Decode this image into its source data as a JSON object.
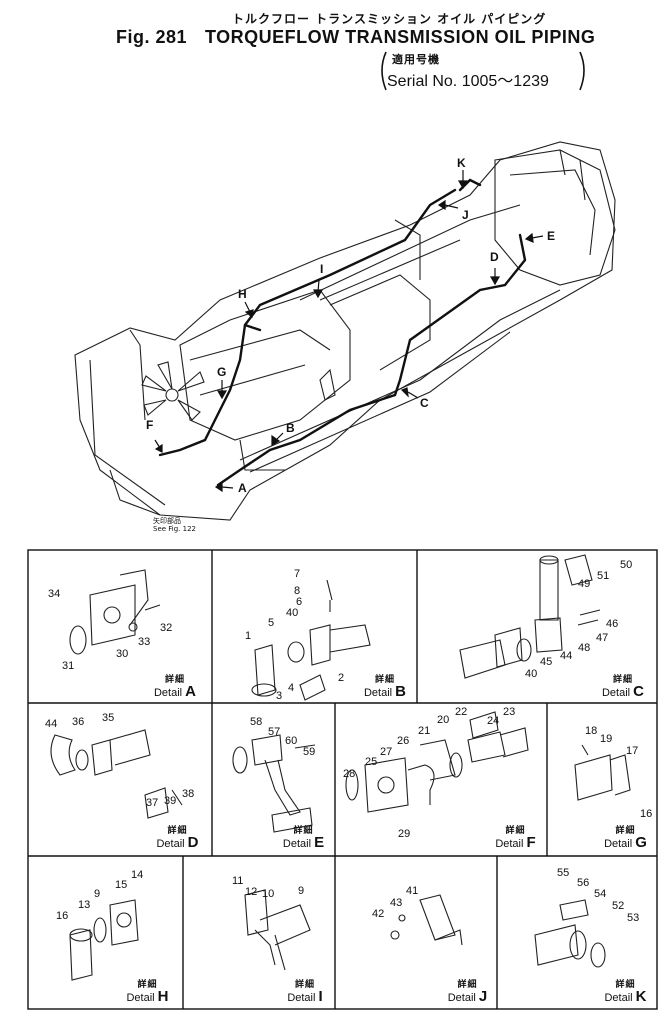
{
  "header": {
    "jp_title": "トルクフロー トランスミッション オイル パイピング",
    "fig_label": "Fig. 281",
    "title": "TORQUEFLOW TRANSMISSION OIL PIPING",
    "applicable_jp": "適用号機",
    "serial": "Serial No. 1005～1239"
  },
  "main": {
    "callouts": [
      "A",
      "B",
      "C",
      "D",
      "E",
      "F",
      "G",
      "H",
      "I",
      "J",
      "K"
    ],
    "ref_jp": "矢印部品",
    "ref_text": "See Fig. 122"
  },
  "details": [
    {
      "jp": "詳細",
      "label": "Detail",
      "letter": "A",
      "parts": [
        "34",
        "33",
        "32",
        "30",
        "31"
      ]
    },
    {
      "jp": "詳細",
      "label": "Detail",
      "letter": "B",
      "parts": [
        "7",
        "8",
        "6",
        "40",
        "5",
        "1",
        "2",
        "3",
        "4"
      ]
    },
    {
      "jp": "詳細",
      "label": "Detail",
      "letter": "C",
      "parts": [
        "50",
        "51",
        "49",
        "46",
        "47",
        "48",
        "44",
        "45",
        "40"
      ]
    },
    {
      "jp": "詳細",
      "label": "Detail",
      "letter": "D",
      "parts": [
        "44",
        "36",
        "35",
        "37",
        "39",
        "38"
      ]
    },
    {
      "jp": "詳細",
      "label": "Detail",
      "letter": "E",
      "parts": [
        "58",
        "57",
        "60",
        "59"
      ]
    },
    {
      "jp": "詳細",
      "label": "Detail",
      "letter": "F",
      "parts": [
        "22",
        "23",
        "24",
        "20",
        "21",
        "26",
        "27",
        "25",
        "28",
        "29"
      ]
    },
    {
      "jp": "詳細",
      "label": "Detail",
      "letter": "G",
      "parts": [
        "18",
        "19",
        "17",
        "16"
      ]
    },
    {
      "jp": "詳細",
      "label": "Detail",
      "letter": "H",
      "parts": [
        "14",
        "15",
        "9",
        "13",
        "16"
      ]
    },
    {
      "jp": "詳細",
      "label": "Detail",
      "letter": "I",
      "parts": [
        "11",
        "12",
        "10",
        "9"
      ]
    },
    {
      "jp": "詳細",
      "label": "Detail",
      "letter": "J",
      "parts": [
        "41",
        "43",
        "42"
      ]
    },
    {
      "jp": "詳細",
      "label": "Detail",
      "letter": "K",
      "parts": [
        "55",
        "56",
        "54",
        "52",
        "53"
      ]
    }
  ]
}
